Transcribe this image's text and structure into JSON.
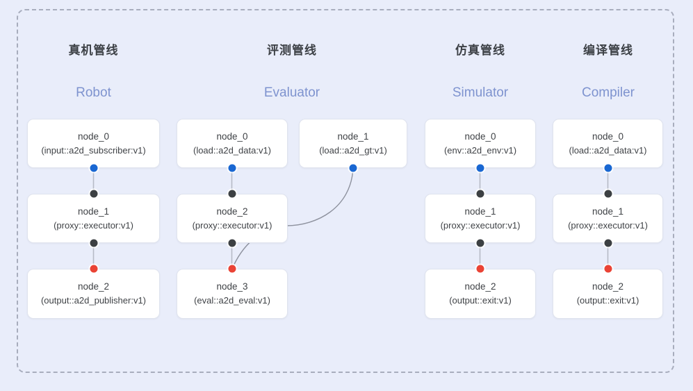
{
  "diagram": {
    "background_color": "#e9edfa",
    "frame_border_color": "#a8adbd",
    "card_background": "#ffffff",
    "card_border_color": "#dfe3ee",
    "accent_blue": "#1967d2",
    "accent_black": "#3c4043",
    "accent_red": "#ea4335",
    "subtitle_color": "#7e93cf",
    "title_color": "#3d4146"
  },
  "columns": [
    {
      "title_cn": "真机管线",
      "title_en": "Robot",
      "nodes": [
        {
          "name": "node_0",
          "detail": "(input::a2d_subscriber:v1)"
        },
        {
          "name": "node_1",
          "detail": "(proxy::executor:v1)"
        },
        {
          "name": "node_2",
          "detail": "(output::a2d_publisher:v1)"
        }
      ]
    },
    {
      "title_cn": "评测管线",
      "title_en": "Evaluator",
      "nodes": [
        {
          "name": "node_0",
          "detail": "(load::a2d_data:v1)"
        },
        {
          "name": "node_1",
          "detail": "(load::a2d_gt:v1)"
        },
        {
          "name": "node_2",
          "detail": "(proxy::executor:v1)"
        },
        {
          "name": "node_3",
          "detail": "(eval::a2d_eval:v1)"
        }
      ]
    },
    {
      "title_cn": "仿真管线",
      "title_en": "Simulator",
      "nodes": [
        {
          "name": "node_0",
          "detail": "(env::a2d_env:v1)"
        },
        {
          "name": "node_1",
          "detail": "(proxy::executor:v1)"
        },
        {
          "name": "node_2",
          "detail": "(output::exit:v1)"
        }
      ]
    },
    {
      "title_cn": "编译管线",
      "title_en": "Compiler",
      "nodes": [
        {
          "name": "node_0",
          "detail": "(load::a2d_data:v1)"
        },
        {
          "name": "node_1",
          "detail": "(proxy::executor:v1)"
        },
        {
          "name": "node_2",
          "detail": "(output::exit:v1)"
        }
      ]
    }
  ]
}
